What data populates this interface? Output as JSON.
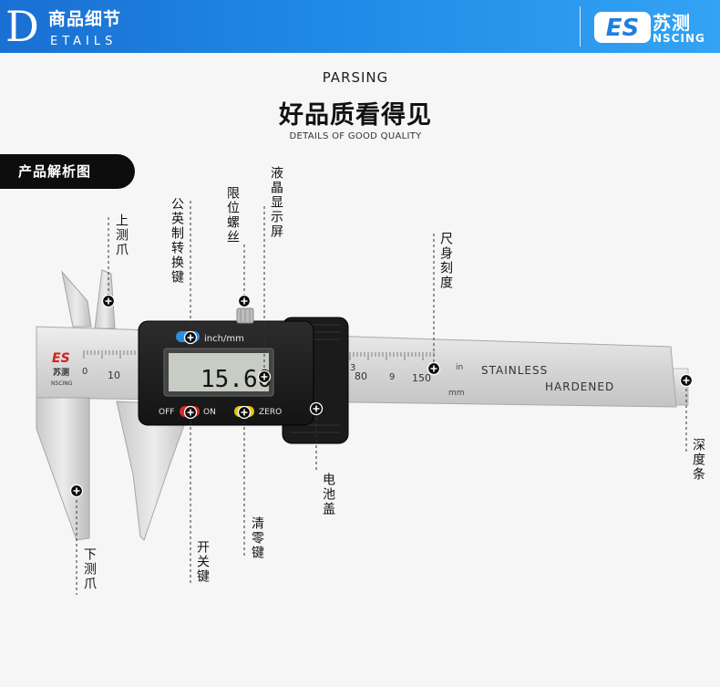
{
  "header": {
    "initial": "D",
    "title": "商品细节",
    "subtitle": "ETAILS",
    "logo_mark": "ES",
    "brand_cn": "苏测",
    "brand_en": "NSCING",
    "colors": {
      "bar_start": "#1a6fd3",
      "bar_end": "#33a3f4"
    }
  },
  "headings": {
    "parsing": "PARSING",
    "main": "好品质看得见",
    "details": "DETAILS OF GOOD QUALITY"
  },
  "section_pill": "产品解析图",
  "caliper": {
    "logo_mark": "ES",
    "logo_cn": "苏测",
    "logo_en": "NSCING",
    "scale_top_left": [
      "0",
      "10"
    ],
    "scale_top_right": [
      "3",
      "80",
      "9",
      "150"
    ],
    "scale_unit_in": "in",
    "scale_unit_mm": "mm",
    "stainless": "STAINLESS",
    "hardened": "HARDENED",
    "display_value": "15.60",
    "unit_toggle_label": "inch/mm",
    "off_label": "OFF",
    "on_label": "ON",
    "zero_label": "ZERO"
  },
  "callouts": {
    "upper_jaw": "上测爪",
    "unit_key": "公英制转换键",
    "lock_screw": "限位螺丝",
    "lcd": "液晶显示屏",
    "main_scale": "尺身刻度",
    "battery_cover": "电池盖",
    "depth_rod": "深度条",
    "lower_jaw": "下测爪",
    "power_key": "开关键",
    "zero_key": "清零键"
  }
}
